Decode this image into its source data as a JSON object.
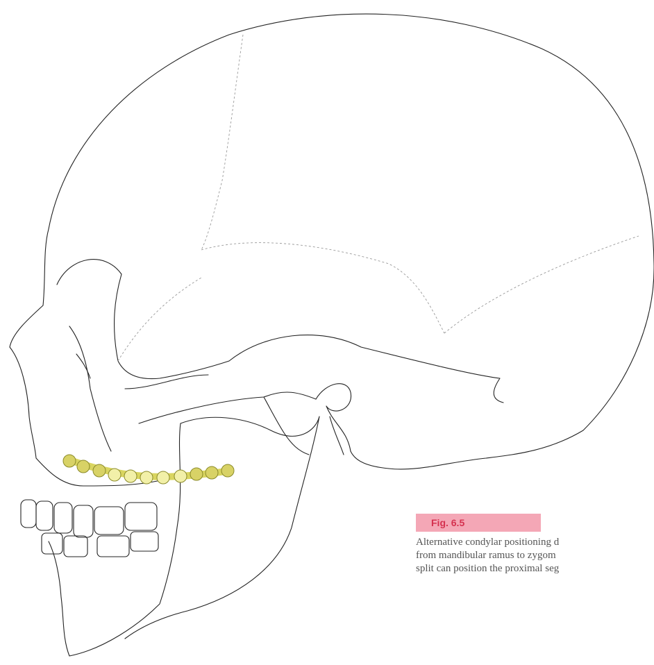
{
  "figure": {
    "label": "Fig. 6.5",
    "caption_lines": [
      "Alternative condylar positioning d",
      "from mandibular ramus to zygom",
      "split can position the proximal seg"
    ],
    "colors": {
      "label_bg": "#f4a7b6",
      "label_text": "#d5314f",
      "plate": "#e6e27a",
      "line": "#222222"
    }
  }
}
